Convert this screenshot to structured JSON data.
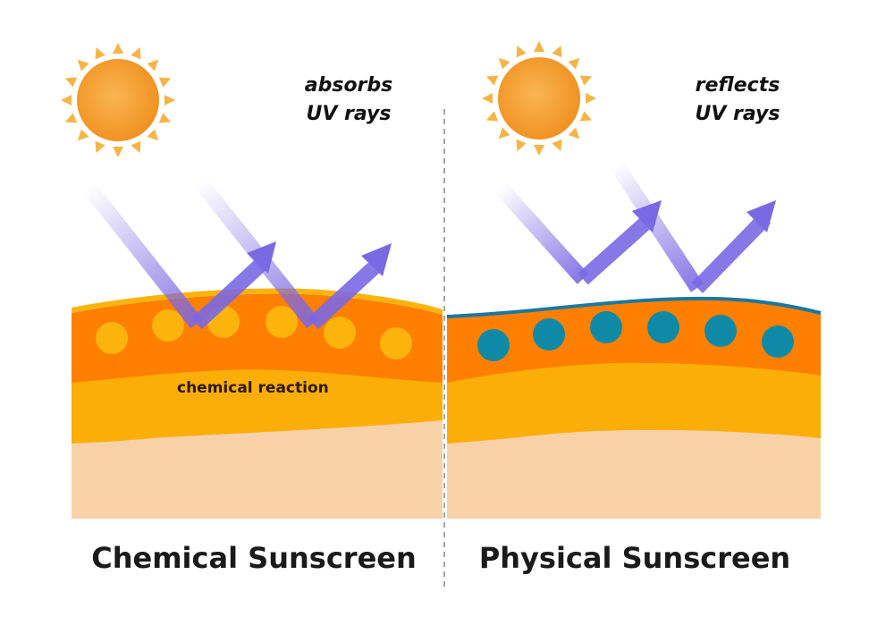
{
  "left_panel": {
    "title": "Chemical Sunscreen",
    "caption_line1": "absorbs",
    "caption_line2": "UV rays",
    "layer_label": "chemical reaction"
  },
  "right_panel": {
    "title": "Physical Sunscreen",
    "caption_line1": "reflects",
    "caption_line2": "UV rays"
  },
  "icons": [
    "sun-icon",
    "uv-ray-arrow-icon"
  ],
  "colors": {
    "sun": "#f5a53a",
    "sun_rays": "#f7b445",
    "outer_layer": "#ff7f00",
    "middle_layer": "#fcae08",
    "skin_layer": "#f9d1a8",
    "chemical_particles": "#fcb30c",
    "mineral_particles": "#0e8aa6",
    "mineral_film": "#1a78a0",
    "uv_arrow": "#7b68e3",
    "divider": "#888888"
  }
}
